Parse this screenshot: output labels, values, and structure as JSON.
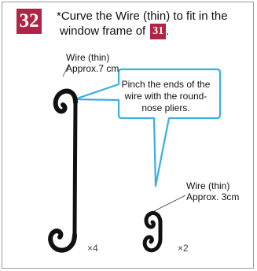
{
  "step": {
    "number": "32"
  },
  "instruction": {
    "line1": "*Curve the Wire (thin) to fit in the",
    "line2": "window frame of",
    "reference_number": "31",
    "trailing": "."
  },
  "callout": {
    "text": "Pinch the ends of the wire with the round-nose pliers."
  },
  "wire_long": {
    "name": "Wire (thin)",
    "length": "Approx.7 cm",
    "quantity": "×4"
  },
  "wire_short": {
    "name": "Wire (thin)",
    "length": "Approx. 3cm",
    "quantity": "×2"
  },
  "colors": {
    "badge": "#b02445",
    "callout_stroke": "#3aaee0",
    "wire": "#111111"
  }
}
